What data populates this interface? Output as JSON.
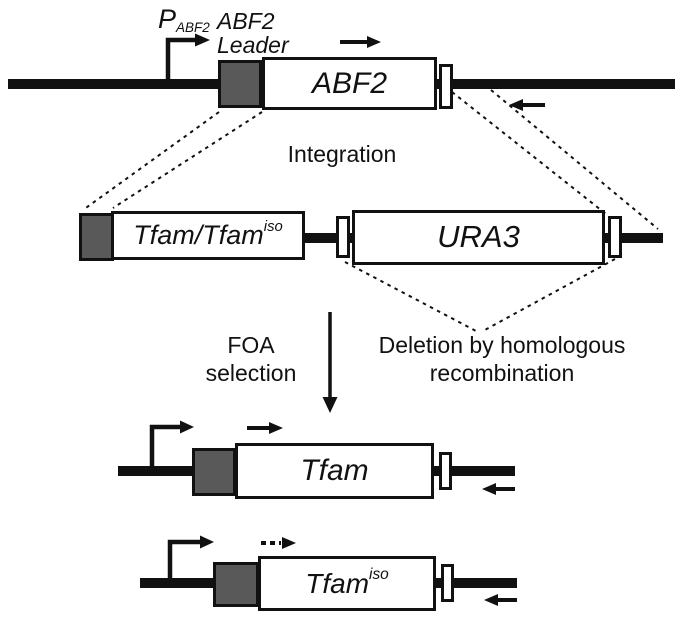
{
  "figure": {
    "colors": {
      "line": "#111111",
      "homology_fill": "#595959",
      "box_fill": "#ffffff",
      "text": "#111111"
    },
    "top_locus": {
      "promoter_label": {
        "main": "P",
        "sub": "ABF2"
      },
      "leader_label": {
        "line1": "ABF2",
        "line2": "Leader"
      },
      "gene_label": "ABF2"
    },
    "integration_label": "Integration",
    "cassette": {
      "gene_label": {
        "main": "Tfam/Tfam",
        "sup": "iso"
      },
      "marker_label": "URA3"
    },
    "selection_step": {
      "left_label": {
        "line1": "FOA",
        "line2": "selection"
      },
      "right_label": {
        "line1": "Deletion by homologous",
        "line2": "recombination"
      }
    },
    "result_tfam": {
      "gene_label": "Tfam"
    },
    "result_tfam_iso": {
      "gene_label": {
        "main": "Tfam",
        "sup": "iso"
      }
    }
  }
}
